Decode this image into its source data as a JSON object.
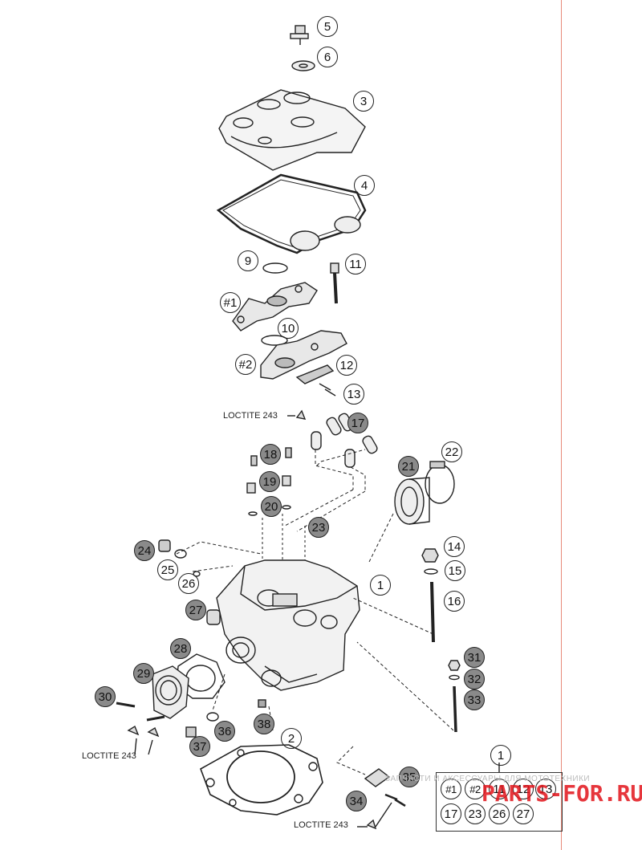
{
  "callouts": {
    "c5": "5",
    "c6": "6",
    "c3": "3",
    "c4": "4",
    "c9": "9",
    "c11": "11",
    "c10": "10",
    "c12": "12",
    "c13": "13",
    "c17": "17",
    "c18": "18",
    "c19": "19",
    "c20": "20",
    "c22": "22",
    "c21": "21",
    "c23": "23",
    "c24": "24",
    "c25": "25",
    "c26": "26",
    "c27": "27",
    "c1": "1",
    "c14": "14",
    "c15": "15",
    "c16": "16",
    "c28": "28",
    "c29": "29",
    "c30": "30",
    "c31": "31",
    "c32": "32",
    "c33": "33",
    "c36": "36",
    "c37": "37",
    "c38": "38",
    "c2": "2",
    "c34": "34",
    "c35": "35",
    "c1kit": "1",
    "h1": "#1",
    "h2": "#2"
  },
  "kit": {
    "row1": [
      "#1",
      "#2",
      "11",
      "12",
      "13"
    ],
    "row2": [
      "17",
      "23",
      "26",
      "27"
    ]
  },
  "notes": {
    "loctite_top": "LOCTITE 243",
    "loctite_left": "LOCTITE 243",
    "loctite_bottom": "LOCTITE 243"
  },
  "watermark": {
    "subtitle": "ЗАПЧАСТИ И АКСЕССУАРЫ ДЛЯ МОТОТЕХНИКИ",
    "brand": "PARTS-FOR.RU"
  },
  "colors": {
    "accent_line": "#e88a7a",
    "callout_fill": "#8a8a8a",
    "brand": "#e2141b"
  }
}
